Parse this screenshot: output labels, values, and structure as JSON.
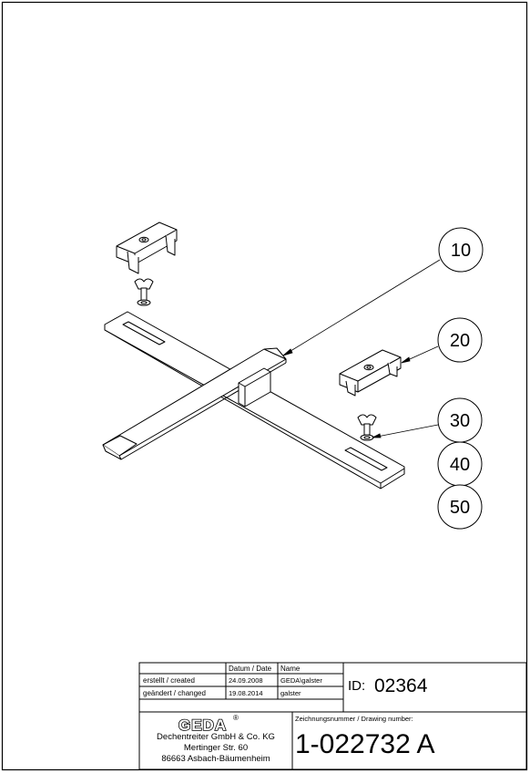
{
  "callouts": [
    "10",
    "20",
    "30",
    "40",
    "50"
  ],
  "title_block": {
    "date_header": "Datum / Date",
    "name_header": "Name",
    "created_label": "erstellt / created",
    "created_date": "24.09.2008",
    "created_name": "GEDA\\galster",
    "changed_label": "geändert / changed",
    "changed_date": "19.08.2014",
    "changed_name": "galster",
    "id_label": "ID:",
    "id_value": "02364",
    "logo_text": "GEDA",
    "registered_mark": "®",
    "company_line1": "Dechentreiter GmbH & Co. KG",
    "company_line2": "Mertinger Str. 60",
    "company_line3": "86663 Asbach-Bäumenheim",
    "drawing_number_label": "Zeichnungsnummer / Drawing number:",
    "drawing_number": "1-022732 A"
  }
}
